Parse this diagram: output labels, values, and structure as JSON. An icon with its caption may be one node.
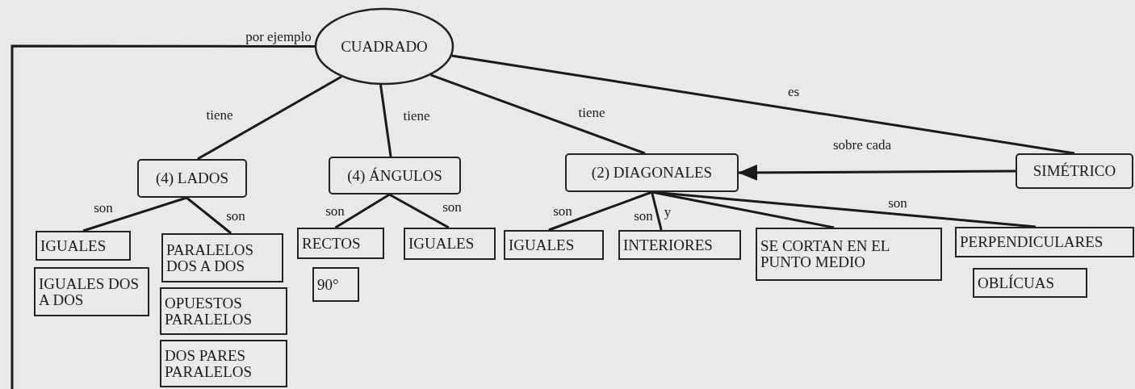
{
  "diagram": {
    "nodes": [
      {
        "text": [
          "CUADRADO"
        ]
      },
      {
        "text": [
          "(4) LADOS"
        ]
      },
      {
        "text": [
          "(4) ÁNGULOS"
        ]
      },
      {
        "text": [
          "(2) DIAGONALES"
        ]
      },
      {
        "text": [
          "SIMÉTRICO"
        ]
      },
      {
        "text": [
          "IGUALES"
        ]
      },
      {
        "text": [
          "IGUALES DOS A DOS"
        ]
      },
      {
        "text": [
          "PARALELOS DOS A DOS"
        ]
      },
      {
        "text": [
          "OPUESTOS PARALELOS"
        ]
      },
      {
        "text": [
          "DOS PARES PARALELOS"
        ]
      },
      {
        "text": [
          "RECTOS"
        ]
      },
      {
        "text": [
          "90°"
        ]
      },
      {
        "text": [
          "IGUALES"
        ]
      },
      {
        "text": [
          "IGUALES"
        ]
      },
      {
        "text": [
          "INTERIORES"
        ]
      },
      {
        "text": [
          "SE CORTAN EN EL PUNTO MEDIO"
        ]
      },
      {
        "text": [
          "PERPENDICULARES"
        ]
      },
      {
        "text": [
          "OBLÍCUAS"
        ]
      }
    ],
    "edges": [
      {
        "from": 0,
        "to": 1,
        "arrow": "none",
        "label": "tiene"
      },
      {
        "from": 0,
        "to": 2,
        "arrow": "none",
        "label": "tiene"
      },
      {
        "from": 0,
        "to": 3,
        "arrow": "none",
        "label": "tiene"
      },
      {
        "from": 0,
        "to": 4,
        "arrow": "none",
        "label": "es"
      },
      {
        "from": 4,
        "to": 3,
        "arrow": "to",
        "label": "sobre cada"
      },
      {
        "from": 0,
        "to": null,
        "arrow": "none",
        "label": "por ejemplo"
      },
      {
        "from": 1,
        "to": 5,
        "arrow": "none",
        "label": "son"
      },
      {
        "from": 1,
        "to": 7,
        "arrow": "none",
        "label": "son"
      },
      {
        "from": 2,
        "to": 10,
        "arrow": "none",
        "label": "son"
      },
      {
        "from": 2,
        "to": 12,
        "arrow": "none",
        "label": "son"
      },
      {
        "from": 3,
        "to": 13,
        "arrow": "none",
        "label": "son"
      },
      {
        "from": 3,
        "to": 14,
        "arrow": "none",
        "label": "son"
      },
      {
        "from": 3,
        "to": 15,
        "arrow": "none",
        "label": "y"
      },
      {
        "from": 3,
        "to": 16,
        "arrow": "none",
        "label": "son"
      }
    ]
  }
}
